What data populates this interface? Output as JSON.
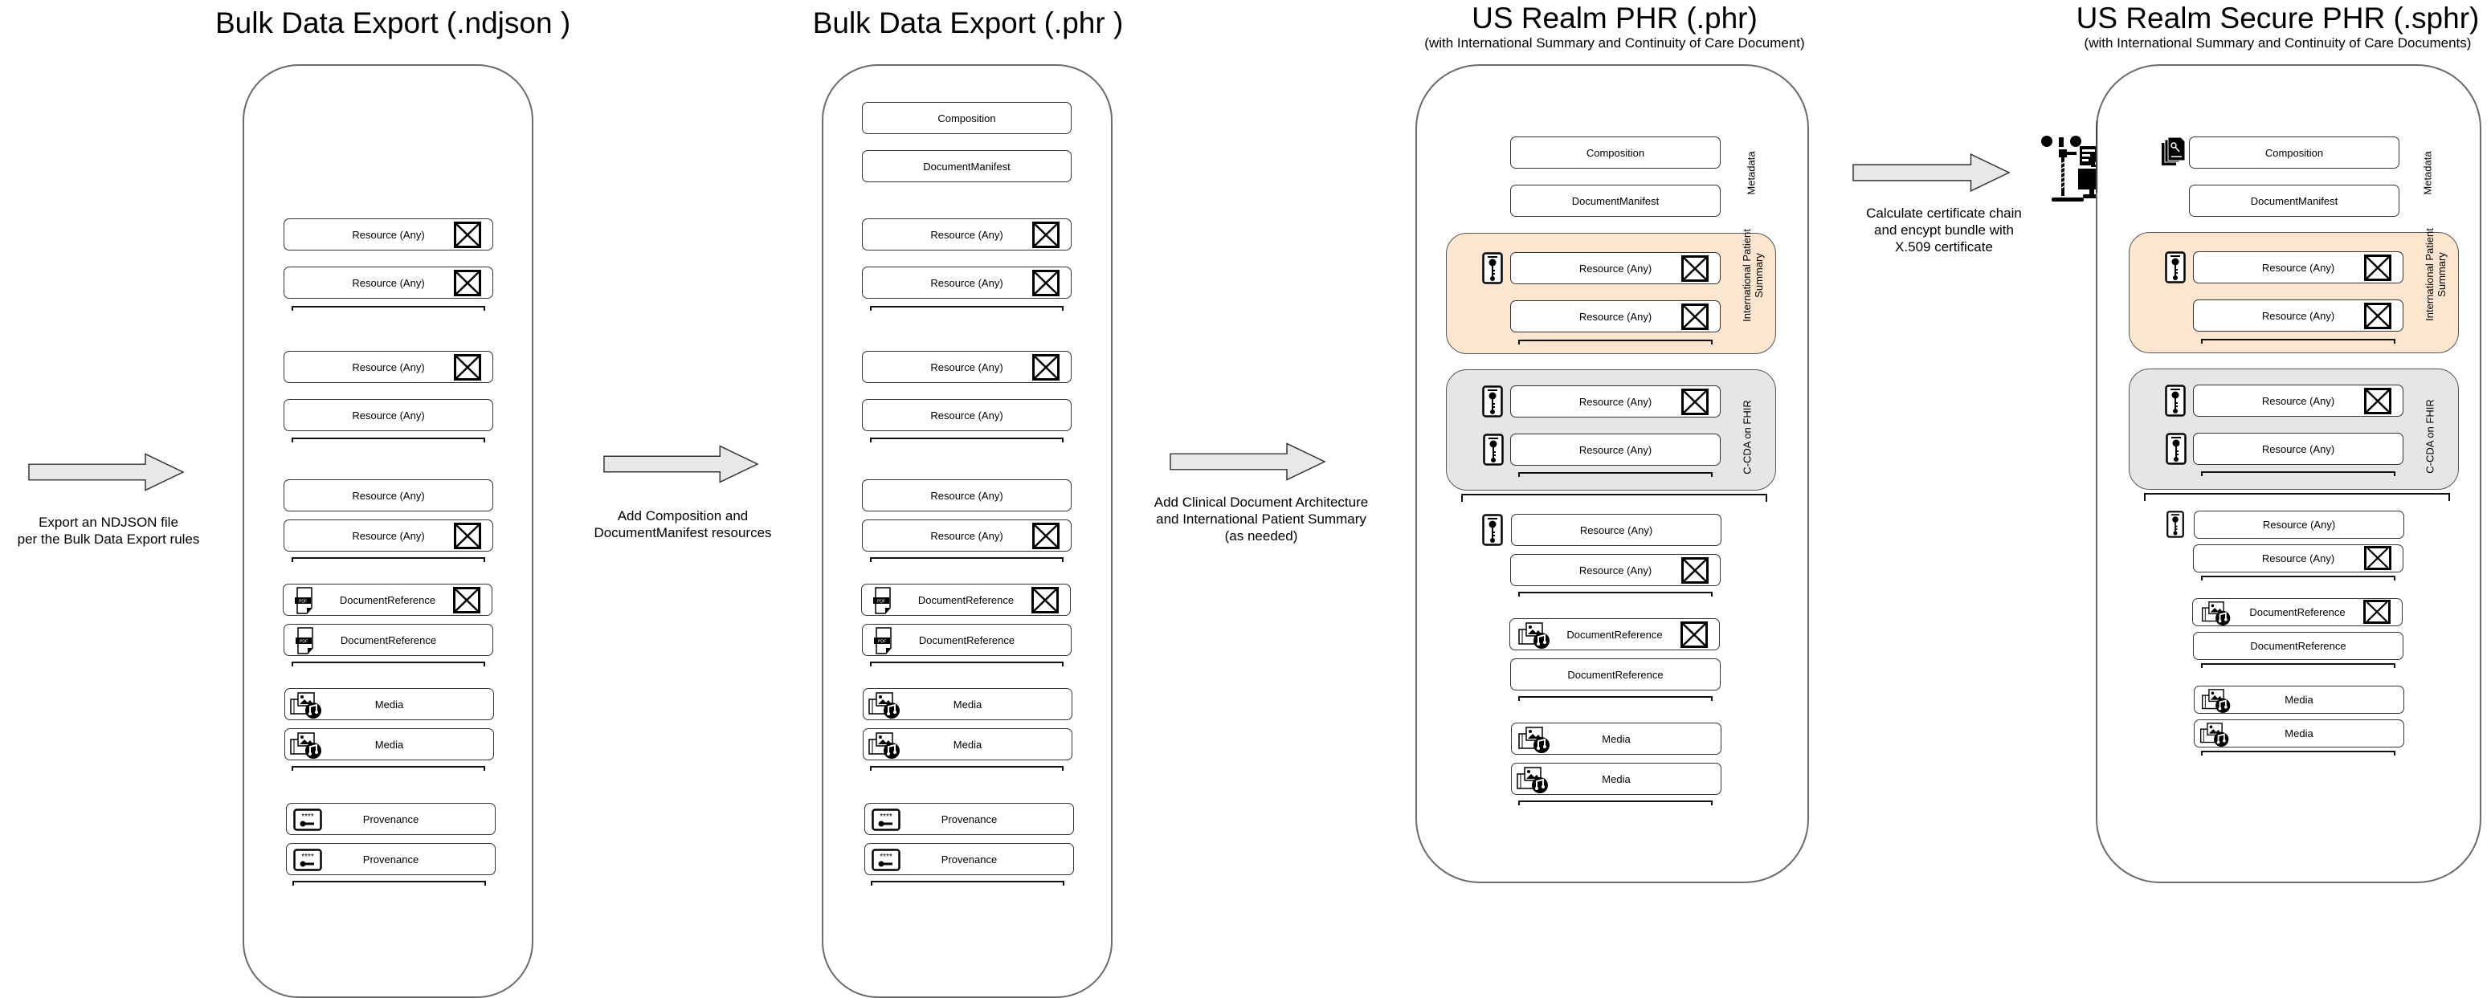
{
  "panels": [
    {
      "title": "Bulk Data Export (.ndjson )",
      "subtitle": ""
    },
    {
      "title": "Bulk Data Export (.phr )",
      "subtitle": ""
    },
    {
      "title": "US Realm PHR (.phr)",
      "subtitle": "(with International Summary and Continuity of Care Document)"
    },
    {
      "title": "US Realm Secure PHR (.sphr)",
      "subtitle": "(with International Summary and Continuity of Care Documents)"
    }
  ],
  "steps": [
    {
      "caption_line1": "Export an NDJSON file",
      "caption_line2": "per the Bulk Data Export rules",
      "caption_line3": ""
    },
    {
      "caption_line1": "Add Composition and",
      "caption_line2": "DocumentManifest resources",
      "caption_line3": ""
    },
    {
      "caption_line1": "Add Clinical Document Architecture",
      "caption_line2": "and International Patient Summary",
      "caption_line3": "(as needed)"
    },
    {
      "caption_line1": "Calculate certificate chain",
      "caption_line2": "and encypt bundle with",
      "caption_line3": "X.509 certificate"
    }
  ],
  "labels": {
    "resource_any": "Resource (Any)",
    "document_reference": "DocumentReference",
    "media": "Media",
    "provenance": "Provenance",
    "composition": "Composition",
    "document_manifest": "DocumentManifest",
    "metadata": "Metadata",
    "ips": "International Patient Summary",
    "ips_line1": "International Patient",
    "ips_line2": "Summary",
    "ccda": "C-CDA on FHIR"
  },
  "icons": {
    "missing_image": "broken-image-x-icon",
    "pdf": "pdf-file-icon",
    "media": "media-files-icon",
    "provenance": "password-key-icon",
    "signed": "key-badge-icon",
    "encrypt": "encryption-workstation-icon",
    "secure_doc": "secure-document-key-icon"
  },
  "colors": {
    "ips_group_bg": "#fde6d0",
    "ccda_group_bg": "#e6e6e6",
    "arrow_fill": "#e8e8e8",
    "panel_border": "#6b6b6b"
  }
}
